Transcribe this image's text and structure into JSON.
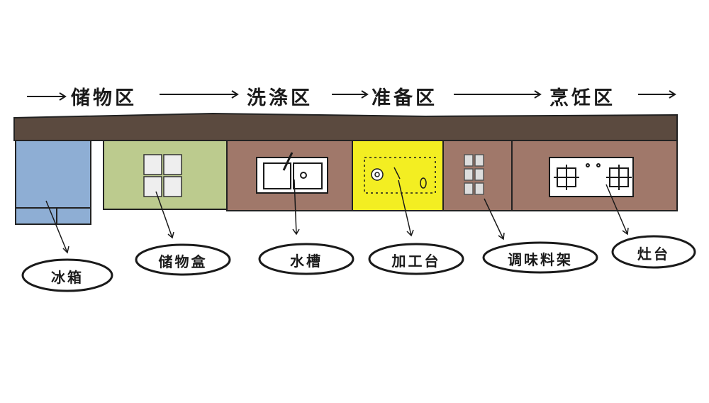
{
  "zones": [
    "储物区",
    "洗涤区",
    "准备区",
    "烹饪区"
  ],
  "items": [
    "冰箱",
    "储物盒",
    "水槽",
    "加工台",
    "调味料架",
    "灶台"
  ],
  "colors": {
    "countertop": "#5b4a3f",
    "fridge": "#8eaed4",
    "storage": "#bccb8e",
    "cabinet": "#a0786a",
    "prep": "#f3ee22",
    "ink": "#1a1a1a"
  }
}
